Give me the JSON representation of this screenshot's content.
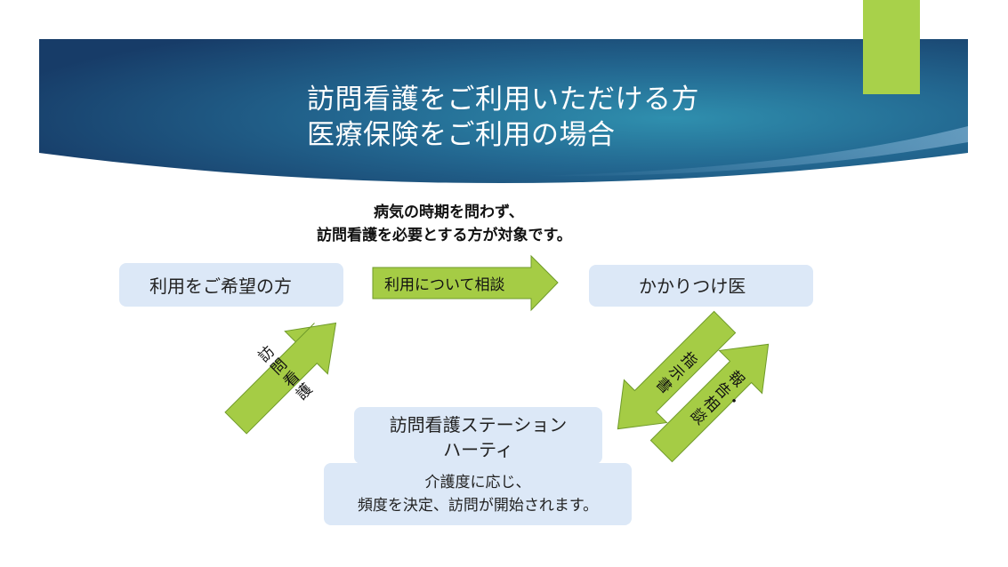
{
  "title": {
    "line1": "訪問看護をご利用いただける方",
    "line2": "医療保険をご利用の場合"
  },
  "subtitle": {
    "line1": "病気の時期を問わず、",
    "line2": "訪問看護を必要とする方が対象です。"
  },
  "nodes": {
    "user": "利用をご希望の方",
    "doctor": "かかりつけ医",
    "station_line1": "訪問看護ステーション",
    "station_line2": "ハーティ",
    "note_line1": "介護度に応じ、",
    "note_line2": "頻度を決定、訪問が開始されます。"
  },
  "arrows": {
    "consult": "利用について相談",
    "instruction": "指示書",
    "report": "報告・相談",
    "visit": "訪問看護"
  },
  "colors": {
    "banner_dark": "#173e6b",
    "banner_mid": "#2a7a9e",
    "accent_green": "#a8d14a",
    "arrow_green": "#a5cc45",
    "arrow_border": "#6f9a2a",
    "box_fill": "#dce8f7"
  }
}
